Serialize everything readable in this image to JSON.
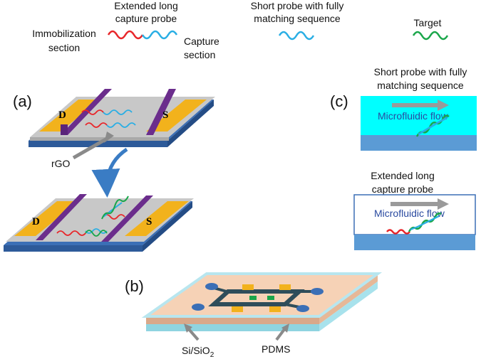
{
  "legend": {
    "extended_probe_line1": "Extended long",
    "extended_probe_line2": "capture probe",
    "immobilization_line1": "Immobilization",
    "immobilization_line2": "section",
    "capture_line1": "Capture",
    "capture_line2": "section",
    "short_probe_line1": "Short probe with fully",
    "short_probe_line2": "matching sequence",
    "target": "Target"
  },
  "panel_a": {
    "label": "(a)",
    "drain": "D",
    "source": "S",
    "rgo": "rGO",
    "drain_bottom": "D",
    "source_bottom": "S"
  },
  "panel_b": {
    "label": "(b)",
    "substrate": "Si/SiO",
    "substrate_sub": "2",
    "pdms": "PDMS"
  },
  "panel_c": {
    "label": "(c)",
    "top_title_line1": "Short probe with fully",
    "top_title_line2": "matching sequence",
    "top_flow": "Microfluidic flow",
    "bottom_title_line1": "Extended long",
    "bottom_title_line2": "capture probe",
    "bottom_flow": "Microfluidic flow"
  },
  "colors": {
    "immobilization_red": "#e8262a",
    "capture_blue": "#29aee4",
    "target_green": "#1aa64a",
    "electrode_gold": "#f2b21c",
    "electrode_purple": "#6b2d8c",
    "substrate_blue": "#3b6fb6",
    "channel_cyan": "#00ffff",
    "flow_text": "#2a4aa0"
  }
}
